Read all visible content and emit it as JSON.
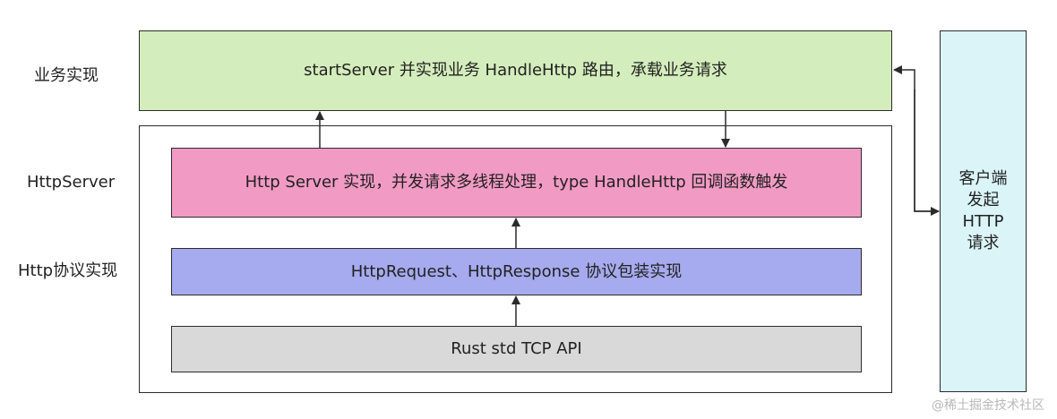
{
  "layer_labels": {
    "business": "业务实现",
    "http_server": "HttpServer",
    "http_protocol": "Http协议实现"
  },
  "boxes": {
    "business": {
      "text": "startServer 并实现业务 HandleHttp 路由，承载业务请求",
      "color": "#d4edbc"
    },
    "http_server": {
      "text": "Http Server 实现，并发请求多线程处理，type HandleHttp 回调函数触发",
      "color": "#f19ac4"
    },
    "http_protocol": {
      "text": "HttpRequest、HttpResponse 协议包装实现",
      "color": "#a6aaee"
    },
    "tcp": {
      "text": "Rust std TCP API",
      "color": "#d9d9d9"
    },
    "client": {
      "lines": [
        "客户端",
        "发起",
        "HTTP",
        "请求"
      ],
      "color": "#daf4f7"
    }
  },
  "watermark": "@稀土掘金技术社区"
}
